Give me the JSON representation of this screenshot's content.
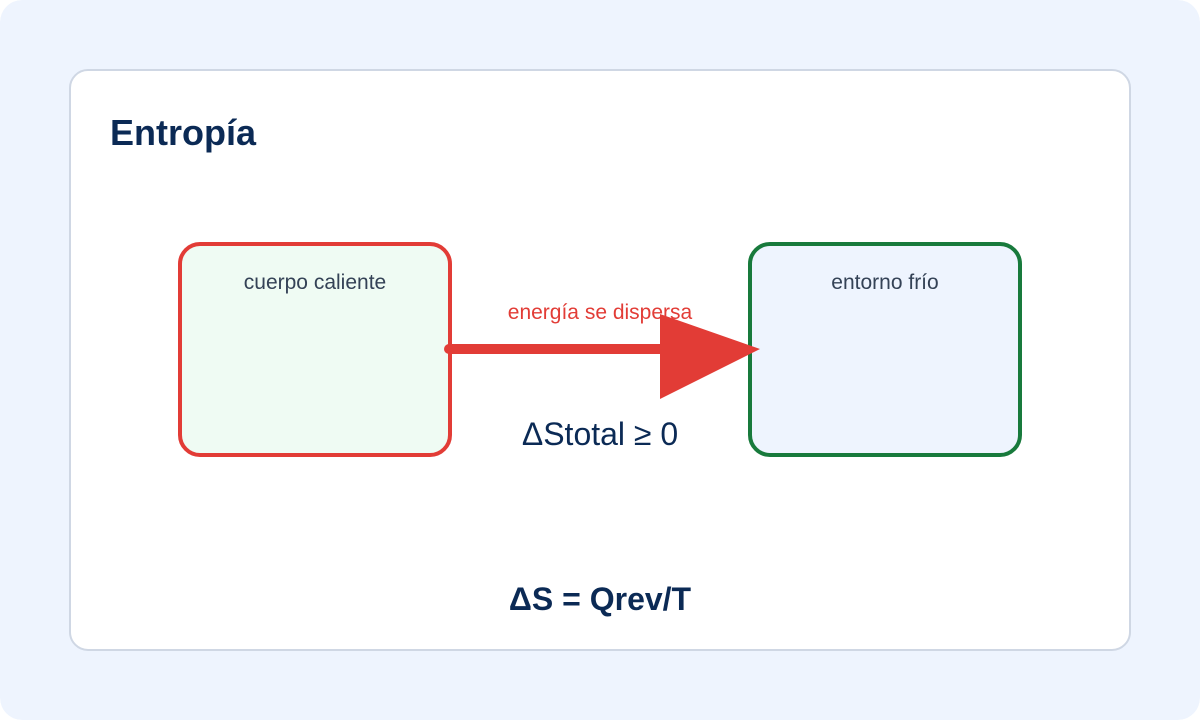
{
  "title": "Entropía",
  "hot_body": {
    "label": "cuerpo caliente"
  },
  "cold_surroundings": {
    "label": "entorno frío"
  },
  "arrow": {
    "label": "energía se dispersa"
  },
  "entropy_total": "ΔStotal ≥ 0",
  "formula": "ΔS = Qrev/T",
  "colors": {
    "page_background": "#eef4fe",
    "card_background": "#ffffff",
    "card_border": "#cfd7e4",
    "title": "#0b2a55",
    "hot_border": "#e23c36",
    "hot_fill": "#effbf3",
    "cold_border": "#187a3c",
    "cold_fill": "#eef4fe",
    "arrow": "#e23c36",
    "box_label": "#344256",
    "text_dark": "#0b2a55"
  }
}
